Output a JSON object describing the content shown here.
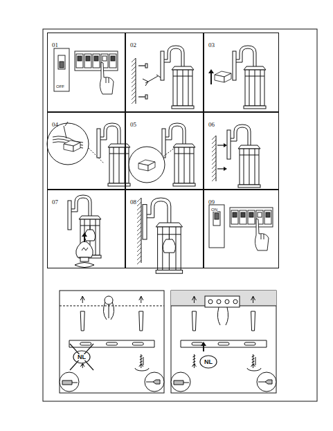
{
  "diagram": {
    "nodes": [
      {
        "text": [
          "01"
        ]
      },
      {
        "text": [
          "02"
        ]
      },
      {
        "text": [
          "03"
        ]
      },
      {
        "text": [
          "04"
        ]
      },
      {
        "text": [
          "05"
        ]
      },
      {
        "text": [
          "06"
        ]
      },
      {
        "text": [
          "07"
        ]
      },
      {
        "text": [
          "08"
        ]
      },
      {
        "text": [
          "09"
        ]
      },
      {
        "text": [
          "NL"
        ]
      },
      {
        "text": [
          "NL"
        ]
      }
    ],
    "labels": [
      "OFF",
      "ON"
    ]
  }
}
